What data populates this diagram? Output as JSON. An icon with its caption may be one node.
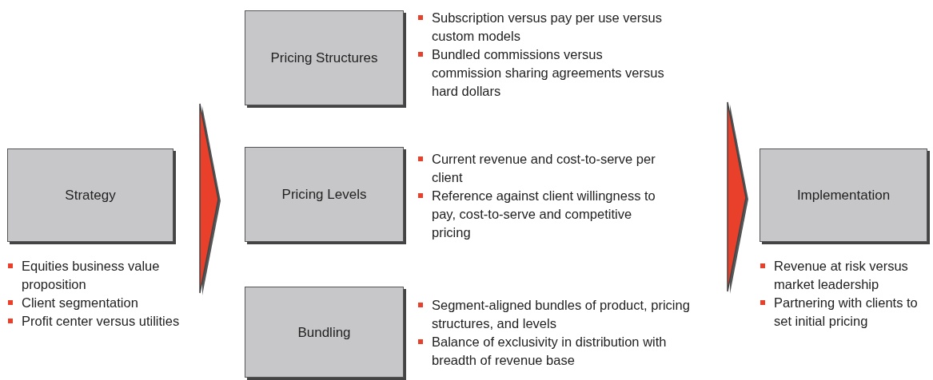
{
  "diagram": {
    "nodes": [
      {
        "text": [
          "Strategy"
        ],
        "beside": [
          "Equities business value proposition",
          "Client segmentation",
          "Profit center versus utilities"
        ]
      },
      {
        "text": [],
        "shape": "chevron"
      },
      {
        "text": [
          "Pricing Structures"
        ],
        "beside": [
          "Subscription versus pay per use versus custom models",
          "Bundled commissions versus commission sharing agreements versus hard dollars"
        ]
      },
      {
        "text": [
          "Pricing Levels"
        ],
        "beside": [
          "Current revenue and cost-to-serve per client",
          "Reference against client willingness to pay, cost-to-serve and competitive pricing"
        ]
      },
      {
        "text": [
          "Bundling"
        ],
        "beside": [
          "Segment-aligned bundles of product, pricing structures, and levels",
          "Balance of exclusivity in distribution with breadth of revenue base"
        ]
      },
      {
        "text": [],
        "shape": "chevron"
      },
      {
        "text": [
          "Implementation"
        ],
        "beside": [
          "Revenue at risk versus market leadership",
          "Partnering with clients to set initial pricing"
        ]
      }
    ]
  }
}
